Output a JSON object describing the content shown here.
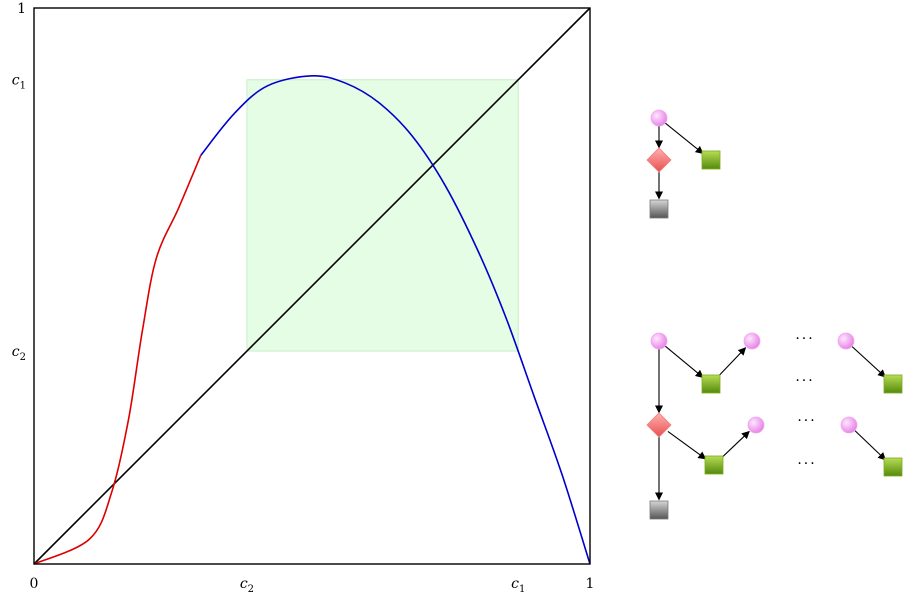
{
  "plot": {
    "x_ticks": [
      {
        "id": "x0",
        "main": "0",
        "sub": ""
      },
      {
        "id": "xc2",
        "main": "c",
        "sub": "2"
      },
      {
        "id": "xc1",
        "main": "c",
        "sub": "1"
      },
      {
        "id": "x1",
        "main": "1",
        "sub": ""
      }
    ],
    "y_ticks": [
      {
        "id": "y1",
        "main": "1",
        "sub": ""
      },
      {
        "id": "yc1",
        "main": "c",
        "sub": "1"
      },
      {
        "id": "yc2",
        "main": "c",
        "sub": "2"
      }
    ],
    "values": {
      "c1": 0.871,
      "c2": 0.383
    },
    "curve": {
      "colors": {
        "left_branch": "#dd0000",
        "right_branch": "#0000cc",
        "diagonal": "#000000"
      },
      "switch_x": 0.3
    },
    "invariant_box_color": "#e4fce4",
    "invariant_box_border": "#c8eec8"
  },
  "trees": {
    "colors": {
      "circle": "#f2a6ee",
      "diamond": "#f37c7c",
      "green_square": "#7aaa1e",
      "gray_square": "#7a7a7a"
    },
    "dots": "···"
  }
}
